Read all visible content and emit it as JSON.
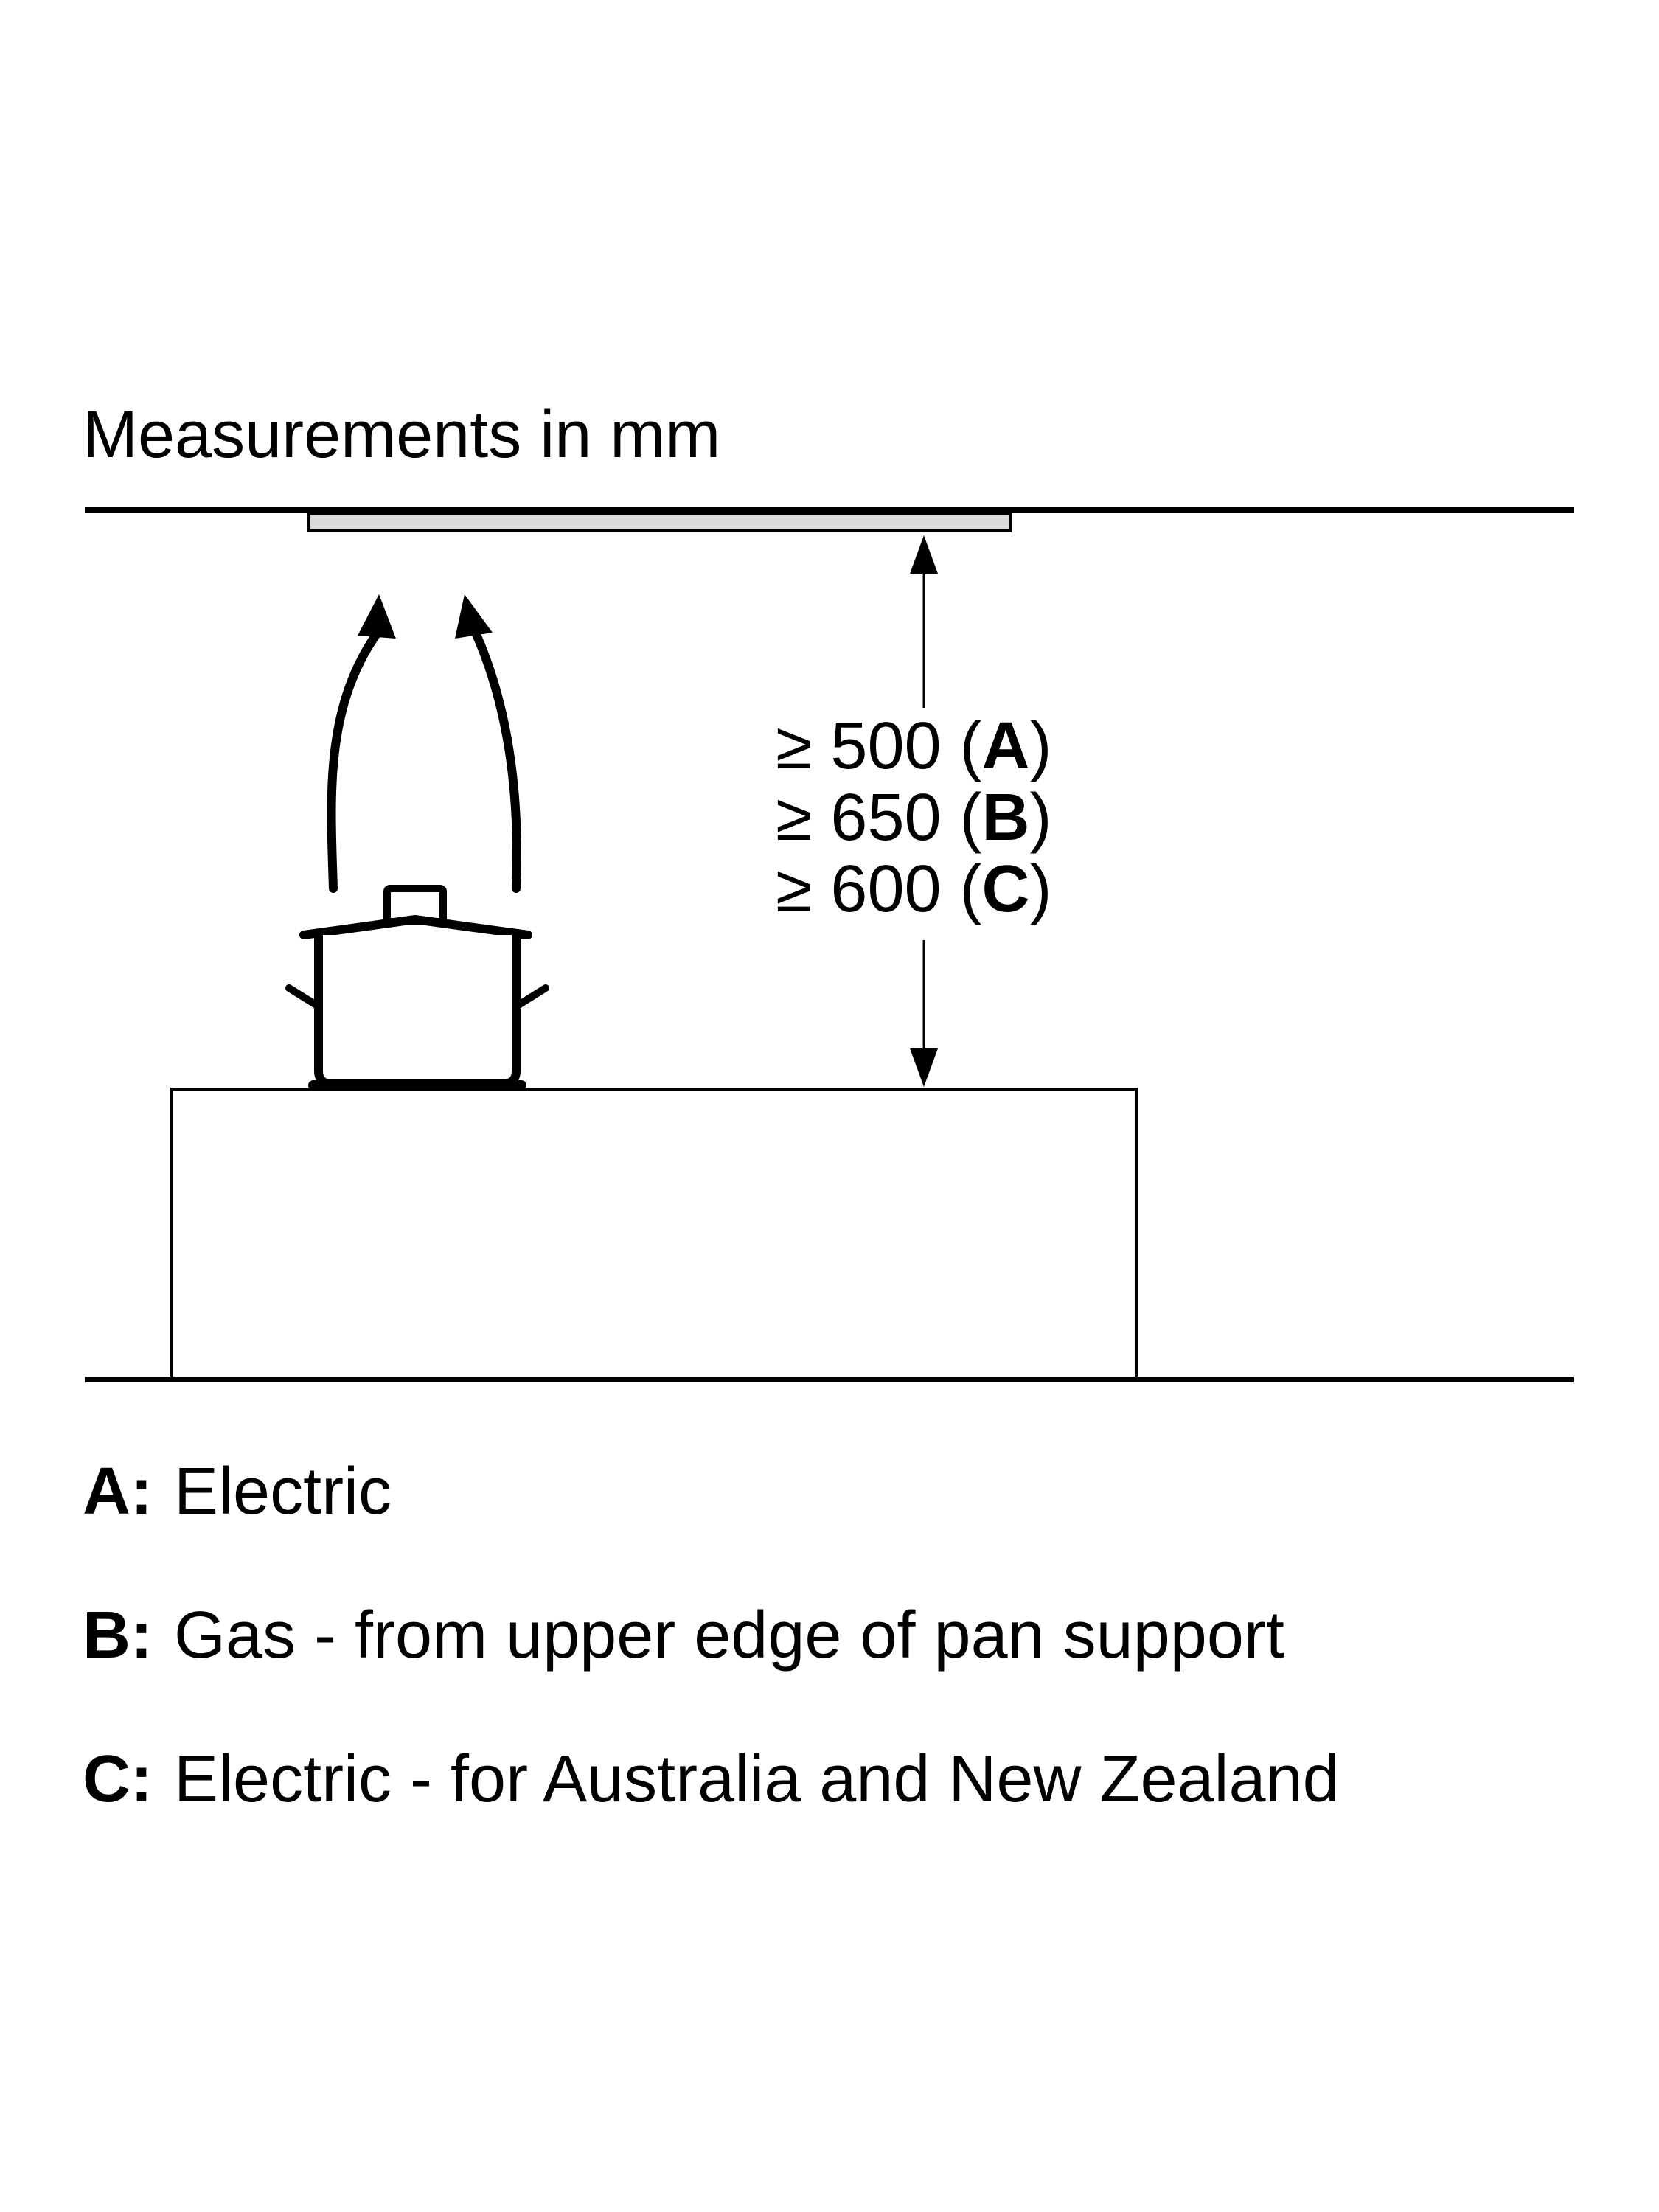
{
  "caption": "Measurements in mm",
  "measurements": [
    {
      "prefix": "≥ 500 (",
      "letter": "A",
      "suffix": ")"
    },
    {
      "prefix": "≥ 650 (",
      "letter": "B",
      "suffix": ")"
    },
    {
      "prefix": "≥ 600 (",
      "letter": "C",
      "suffix": ")"
    }
  ],
  "legend": [
    {
      "key": "A:",
      "text": "Electric"
    },
    {
      "key": "B:",
      "text": "Gas - from upper edge of pan support"
    },
    {
      "key": "C:",
      "text": "Electric - for Australia and New Zealand"
    }
  ],
  "colors": {
    "line": "#000000",
    "hood": "#d9d9d9"
  }
}
